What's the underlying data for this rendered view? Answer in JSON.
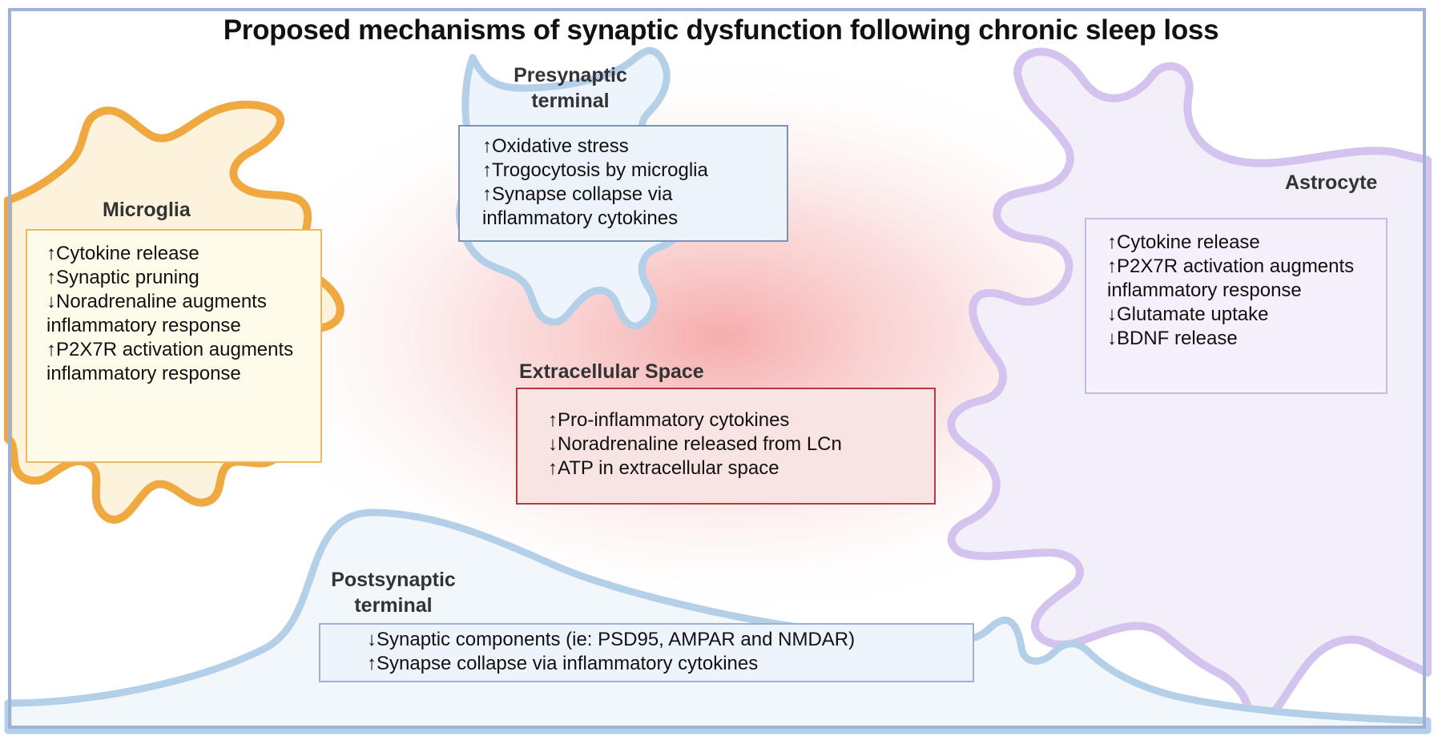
{
  "title": "Proposed mechanisms of synaptic dysfunction following chronic sleep loss",
  "colors": {
    "frame": "#9fb2d6",
    "microglia_outline": "#f0a940",
    "microglia_fill": "#fdf3dc",
    "neuron_outline": "#b4cfe8",
    "neuron_fill": "#eef4fb",
    "astrocyte_outline": "#d4c3ee",
    "astrocyte_fill": "#f3eff8",
    "inflammation_glow": "#f5a3a3",
    "extracellular_border": "#b33a41"
  },
  "microglia": {
    "label": "Microglia",
    "items": [
      "↑Cytokine release",
      "↑Synaptic pruning",
      "↓Noradrenaline augments inflammatory response",
      "↑P2X7R activation augments inflammatory response"
    ]
  },
  "presynaptic": {
    "label": "Presynaptic terminal",
    "items": [
      "↑Oxidative stress",
      "↑Trogocytosis by microglia",
      "↑Synapse collapse via inflammatory cytokines"
    ]
  },
  "astrocyte": {
    "label": "Astrocyte",
    "items": [
      "↑Cytokine release",
      "↑P2X7R activation augments inflammatory response",
      "↓Glutamate uptake",
      "↓BDNF release"
    ]
  },
  "extracellular": {
    "label": "Extracellular Space",
    "items": [
      "↑Pro-inflammatory cytokines",
      "↓Noradrenaline released from LCn",
      "↑ATP in extracellular space"
    ]
  },
  "postsynaptic": {
    "label": "Postsynaptic terminal",
    "items": [
      "↓Synaptic components (ie: PSD95, AMPAR and NMDAR)",
      "↑Synapse collapse via inflammatory cytokines"
    ]
  }
}
